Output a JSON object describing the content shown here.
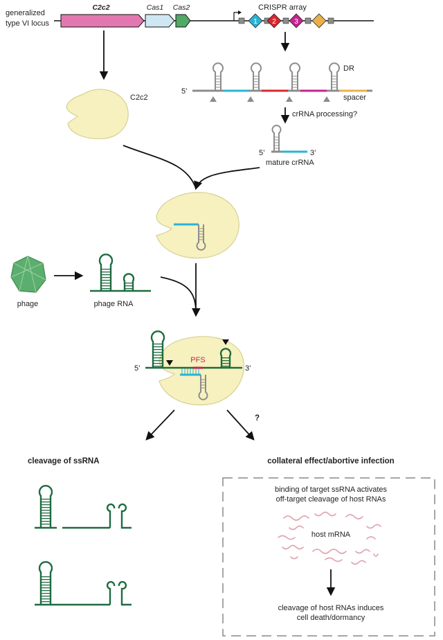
{
  "locus": {
    "label_line1": "generalized",
    "label_line2": "type VI locus",
    "genes": {
      "c2c2": "C2c2",
      "cas1": "Cas1",
      "cas2": "Cas2"
    },
    "array_label": "CRISPR array",
    "spacer_numbers": [
      "1",
      "2",
      "3"
    ]
  },
  "labels": {
    "dr": "DR",
    "spacer": "spacer",
    "five_prime": "5’",
    "three_prime": "3’",
    "c2c2_protein": "C2c2",
    "crrna_processing": "crRNA processing?",
    "mature_crrna": "mature crRNA",
    "phage": "phage",
    "phage_rna": "phage RNA",
    "pfs": "PFS",
    "question": "?"
  },
  "outcomes": {
    "left_title": "cleavage of ssRNA",
    "right_title": "collateral effect/abortive infection",
    "box_line1": "binding of target ssRNA activates",
    "box_line2": "off-target cleavage of host RNAs",
    "host_mrna": "host mRNA",
    "result_line1": "cleavage of host RNAs induces",
    "result_line2": "cell death/dormancy"
  },
  "colors": {
    "c2c2_gene": "#e377b0",
    "cas1_gene": "#cfe6f3",
    "cas2_gene": "#52a865",
    "protein": "#f6f1bf",
    "protein_edge": "#d7cf93",
    "rna_green": "#1d6b3f",
    "repeat_gray": "#8c8c8c",
    "spacer_blue": "#2ab3d6",
    "spacer_red": "#d8272f",
    "spacer_magenta": "#c4238f",
    "spacer_orange": "#e9b04b",
    "pfs": "#c4235a",
    "host_mrna": "#e0a4b0",
    "phage_green": "#5cae6e"
  }
}
